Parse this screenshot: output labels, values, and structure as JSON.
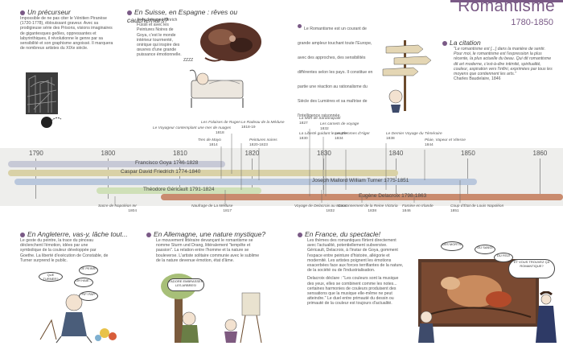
{
  "header": {
    "title": "Romantisme",
    "years": "1780-1850"
  },
  "blocks": {
    "precurseur": {
      "title": "Un précurseur",
      "body": "Impossible de ne pas citer le Vénitien Piranèse (1720-1778), éblouissant graveur. Avec sa prodigieuse série des Prisons, visions imaginaires de gigantesques geôles, oppressantes et labyrinthiques, il révolutionne le genre par sa sensibilité et son graphisme angoissé. Il marquera de nombreux artistes du XIXe siècle."
    },
    "suisse": {
      "title": "En Suisse, en Espagne : rêves ou cauchemars?",
      "body": "Avec Johann Heinrich Füssli et avec les Peintures Noires de Goya, c'est le monde intérieur tourmenté, onirique qui inspire des œuvres d'une grande puissance émotionnelle."
    },
    "romantisme": {
      "body": "Le Romantisme est un courant de grande ampleur touchant toute l'Europe, avec des approches, des sensibilités différentes selon les pays. Il constitue en partie une réaction au rationalisme du Siècle des Lumières et sa maîtrise de l'intelligence raisonnée."
    },
    "citation": {
      "title": "La citation",
      "body": "\"Le romantisme est [...] dans la manière de sentir. Pour moi, le romantisme est l'expression la plus récente, la plus actuelle du beau. Qui dit romantisme dit art moderne, c'est-à-dire intimité, spiritualité, couleur, aspiration vers l'infini, exprimées par tous les moyens que contiennent les arts.\"",
      "author": "Charles Baudelaire, 1846"
    },
    "angleterre": {
      "title": "En Angleterre, vas-y, lâche tout...",
      "body": "Le geste du peintre, la trace du pinceau déclenchent l'émotion, idées par une symbolique de la couleur développée par Goethe. La liberté d'exécution de Constable, de Turner surprend le public."
    },
    "allemagne": {
      "title": "En Allemagne, une nature mystique?",
      "body": "Le mouvement littéraire devançant le romantisme se nomme Sturm und Drang, littéralement \"tempête et passion\". La relation entre l'homme et la nature se bouleverse. L'artiste solitaire communie avec le sublime de la nature devenue émotion, état d'âme."
    },
    "france": {
      "title": "En France, du spectacle!",
      "body": "Les thèmes des romantiques flirtent directement avec l'actualité, potentiellement subversive. Géricault, Delacroix, à l'instar de Goya, gomment l'espace entre peinture d'histoire, allégorie et modernité. Les artistes poignent les émotions exacerbées face aux forces terrifiantes de la nature, de la société ou de l'industrialisation.",
      "body2": "Delacroix déclare : \"Les couleurs sont la musique des yeux, elles se combinent comme les notes... certaines harmonies de couleurs produisent des sensations que la musique elle-même ne peut atteindre.\" Le duel entre primauté du dessin ou primauté de la couleur est toujours d'actualité."
    }
  },
  "timeline": {
    "years": [
      1790,
      1800,
      1810,
      1820,
      1830,
      1840,
      1850,
      1860
    ],
    "bands": [
      {
        "label": "Francisco Goya 1746-1828",
        "color": "#c7c9d6"
      },
      {
        "label": "Caspar David Friedrich 1774-1840",
        "color": "#d9d1a6"
      },
      {
        "label": "Joseph Mallord William Turner 1775-1851",
        "color": "#b9c7dc"
      },
      {
        "label": "Théodore Géricault 1791-1824",
        "color": "#cfe0b8"
      },
      {
        "label": "Eugène Delacroix 1798-1863",
        "color": "#c98b6e"
      }
    ],
    "events_top": [
      {
        "title": "Les Folaises de Rugen",
        "year": ""
      },
      {
        "title": "Le Voyageur contemplant une mer de nuages",
        "year": "1818"
      },
      {
        "title": "Tres de Mayo",
        "year": "1814"
      },
      {
        "title": "Le Radeau de la Méduse",
        "year": "1818-19"
      },
      {
        "title": "Peintures noires",
        "year": "1820-1823"
      },
      {
        "title": "La Mort de Sardanapale",
        "year": "1827"
      },
      {
        "title": "Les carnets de voyage",
        "year": "1832"
      },
      {
        "title": "La Liberté guidant le peuple",
        "year": "1830"
      },
      {
        "title": "Les Femmes d'Alger",
        "year": "1834"
      },
      {
        "title": "Le Dernier Voyage du Téméraire",
        "year": "1838"
      },
      {
        "title": "Pluie, Vapeur et Vitesse",
        "year": "1844"
      }
    ],
    "events_bottom": [
      {
        "title": "Sacre de Napoléon Ier",
        "year": "1804"
      },
      {
        "title": "Naufrage de La Méduse",
        "year": "1817"
      },
      {
        "title": "Voyage de Delacroix au Maroc",
        "year": "1832"
      },
      {
        "title": "Couronnement de la Reine Victoria",
        "year": "1838"
      },
      {
        "title": "Famine en Irlande",
        "year": "1846"
      },
      {
        "title": "Coup d'État de Louis Napoléon",
        "year": "1851"
      }
    ]
  },
  "bubbles": {
    "turner": [
      "QUE TURNER?",
      "OH HAIE...",
      "JE PEINS!",
      "PIF! PAF!"
    ],
    "friedrich": "J'ADORE EMBRASSER LES ARBRES!",
    "dela": [
      "DES MORTS!",
      "DU SANG!",
      "DU FEU!",
      "ET VOUS TROUVEZ ÇA ROMANTIQUE?"
    ],
    "fussli": "ZZZZ"
  }
}
